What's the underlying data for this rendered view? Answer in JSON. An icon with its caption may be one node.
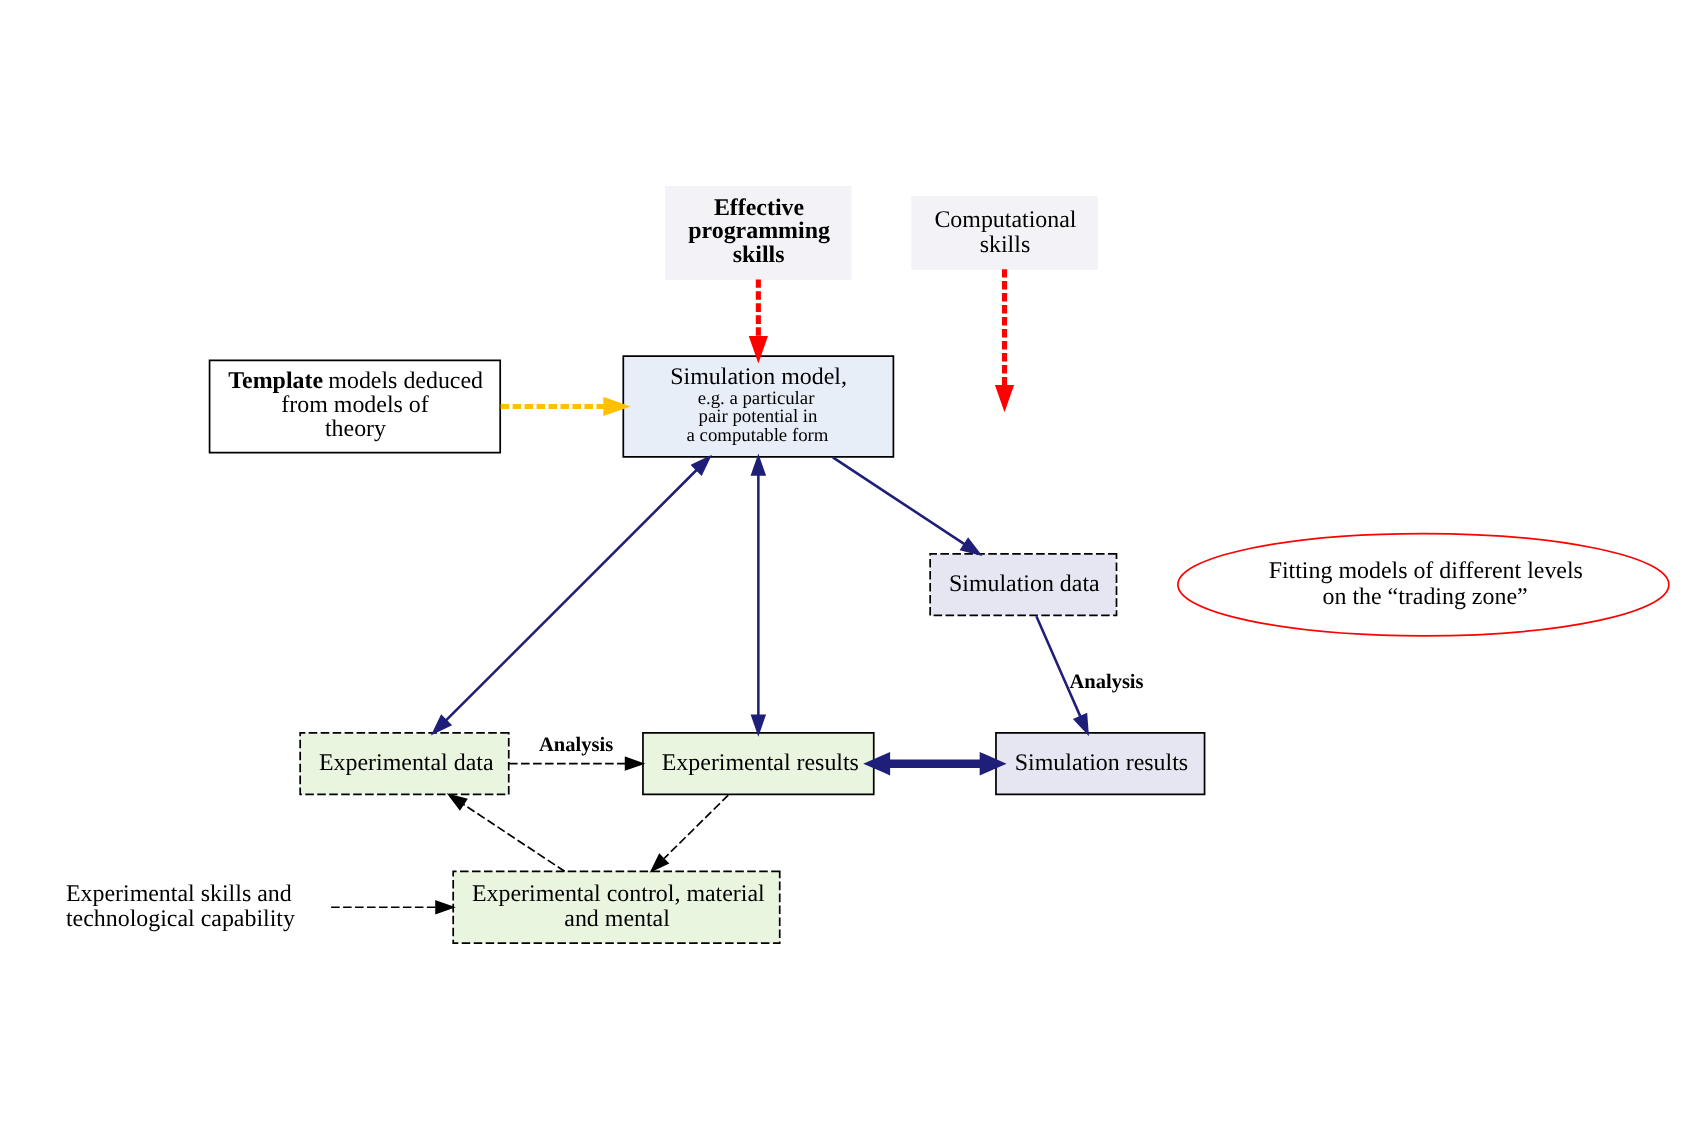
{
  "diagram": {
    "nodes": [
      {
        "text": [
          "**Template** models deduced from models of theory"
        ]
      },
      {
        "text": [
          "Computational skills"
        ]
      },
      {
        "text": [
          "Effective programming skills"
        ]
      },
      {
        "text": [
          "Simulation model,",
          "e.g. a particular pair potential in a computable form"
        ]
      },
      {
        "text": [
          "Fitting models of different levels on the “trading zone”"
        ]
      },
      {
        "text": [
          "Simulation data"
        ]
      },
      {
        "text": [
          "Experimental data"
        ]
      },
      {
        "text": [
          "Experimental results"
        ]
      },
      {
        "text": [
          "Simulation results"
        ]
      },
      {
        "text": [
          "Experimental control, material and mental"
        ]
      },
      {
        "text": [
          "Experimental skills and technological capability"
        ]
      }
    ],
    "edges": [
      {
        "from": 0,
        "to": 3,
        "arrow": "to",
        "style": "dashed",
        "color": "#ffc000"
      },
      {
        "from": 1,
        "to": null,
        "arrow": "to",
        "style": "dashed",
        "color": "#ff0000"
      },
      {
        "from": 2,
        "to": 3,
        "arrow": "to",
        "style": "dashed",
        "color": "#ff0000"
      },
      {
        "from": 6,
        "to": 3,
        "arrow": "both"
      },
      {
        "from": 7,
        "to": 3,
        "arrow": "both"
      },
      {
        "from": 3,
        "to": 5,
        "arrow": "to"
      },
      {
        "from": 5,
        "to": 8,
        "arrow": "to",
        "label": "Analysis"
      },
      {
        "from": 6,
        "to": 7,
        "arrow": "to",
        "style": "dashed",
        "color": "#000000",
        "label": "Analysis"
      },
      {
        "from": 7,
        "to": 8,
        "arrow": "both",
        "style": "thick"
      },
      {
        "from": 9,
        "to": 6,
        "arrow": "to",
        "style": "dashed",
        "color": "#000000"
      },
      {
        "from": 7,
        "to": 9,
        "arrow": "to",
        "style": "dashed",
        "color": "#000000"
      },
      {
        "from": 10,
        "to": 9,
        "arrow": "to",
        "style": "dashed",
        "color": "#000000"
      }
    ]
  }
}
